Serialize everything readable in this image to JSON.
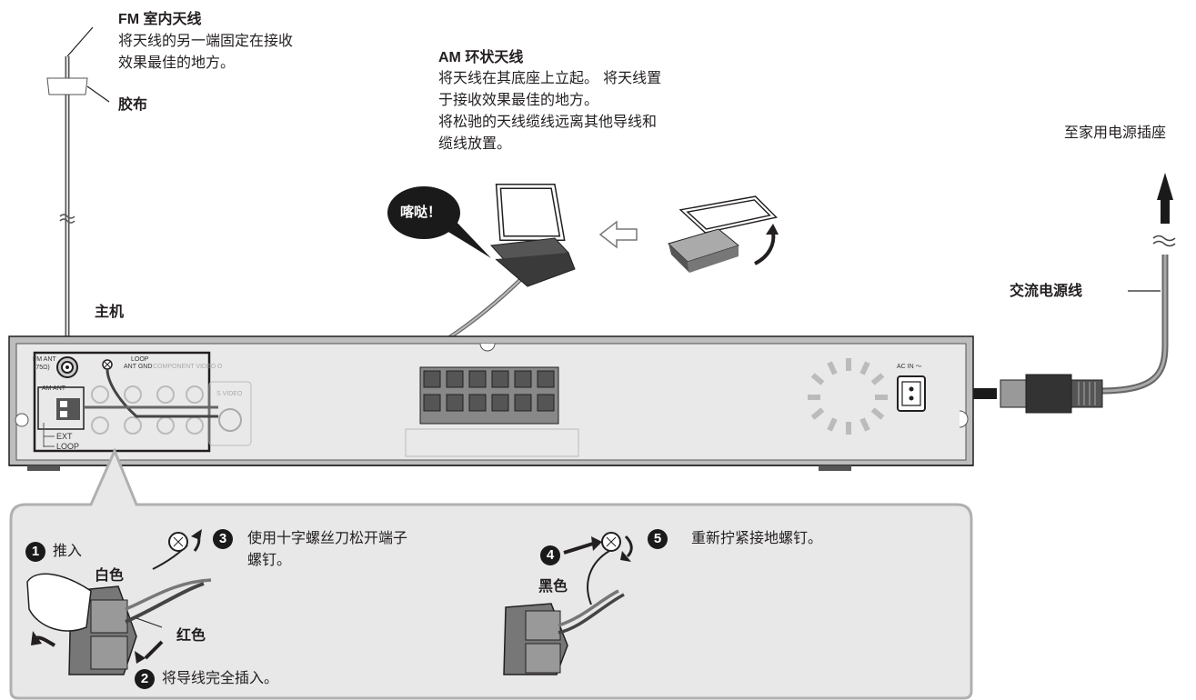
{
  "fm_antenna": {
    "title": "FM 室内天线",
    "desc": "将天线的另一端固定在接收\n效果最佳的地方。",
    "tape_label": "胶布"
  },
  "am_antenna": {
    "title": "AM 环状天线",
    "desc": "将天线在其底座上立起。 将天线置\n于接收效果最佳的地方。\n将松驰的天线缆线远离其他导线和\n缆线放置。",
    "click_sound": "喀哒！"
  },
  "power": {
    "to_outlet": "至家用电源插座",
    "cord_label": "交流电源线"
  },
  "unit": {
    "main_label": "主机",
    "panel_labels": {
      "fm_ant": "FM ANT",
      "fm_ohm": "(75Ω)",
      "loop": "LOOP",
      "ant_gnd": "ANT GND",
      "component_video": "COMPONENT VIDEO O",
      "am_ant": "AM\nANT",
      "ext": "EXT",
      "loop2": "LOOP",
      "s_video": "S VIDEO",
      "ac_in": "AC IN ～"
    }
  },
  "steps": [
    {
      "num": "1",
      "text": "推入"
    },
    {
      "num": "2",
      "text": "将导线完全插入。"
    },
    {
      "num": "3",
      "text": "使用十字螺丝刀松开端子\n螺钉。"
    },
    {
      "num": "4",
      "text": ""
    },
    {
      "num": "5",
      "text": "重新拧紧接地螺钉。"
    }
  ],
  "wire_colors": {
    "white": "白色",
    "red": "红色",
    "black": "黑色"
  },
  "colors": {
    "ink": "#231f20",
    "panel_fill": "#e6e6e6",
    "callout_fill": "#e8e8e8",
    "callout_border": "#b0b0b0"
  }
}
